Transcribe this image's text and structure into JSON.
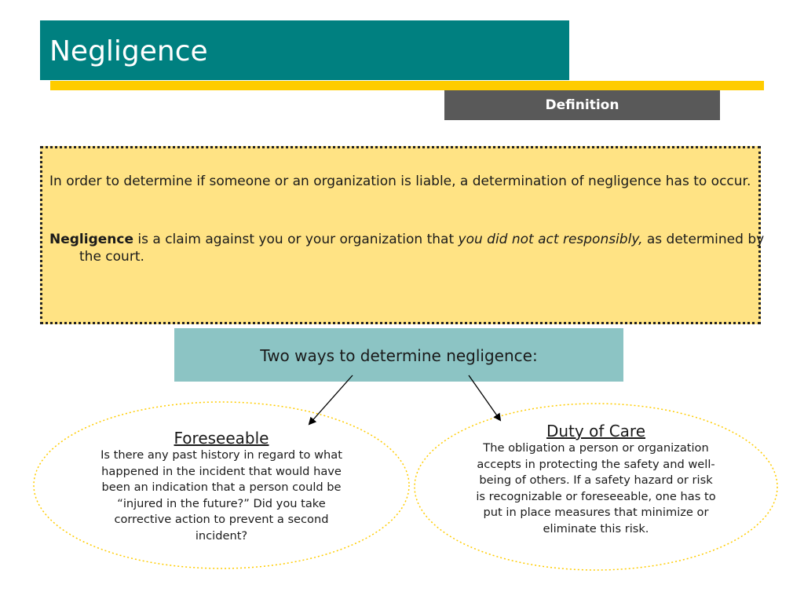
{
  "title": "Negligence",
  "definition_tab": "Definition",
  "definition_box": {
    "para1": "In order to determine if someone or an organization is liable, a determination of negligence has to occur.",
    "para2_bold": "Negligence",
    "para2_mid": " is a claim against you or your organization that ",
    "para2_italic": "you did not act responsibly,",
    "para2_end": " as determined by the court."
  },
  "two_ways": "Two ways to determine negligence:",
  "foreseeable": {
    "heading": "Foreseeable",
    "body": "Is there any past history in regard to what happened in the incident that would have been an indication that a person could be “injured in the future?”  Did you take corrective action to prevent a second incident?"
  },
  "duty_of_care": {
    "heading": "Duty of Care",
    "body": "The obligation a person or organization accepts in protecting the safety and well-being of others. If a safety hazard or risk is recognizable or foreseeable, one has to put in place measures that minimize or eliminate this risk."
  },
  "colors": {
    "title_bar": "#008080",
    "accent_rule": "#ffcc00",
    "definition_tab": "#595959",
    "definition_box": "#ffe384",
    "two_ways_box": "#8cc4c4",
    "oval_border": "#ffcc00"
  }
}
